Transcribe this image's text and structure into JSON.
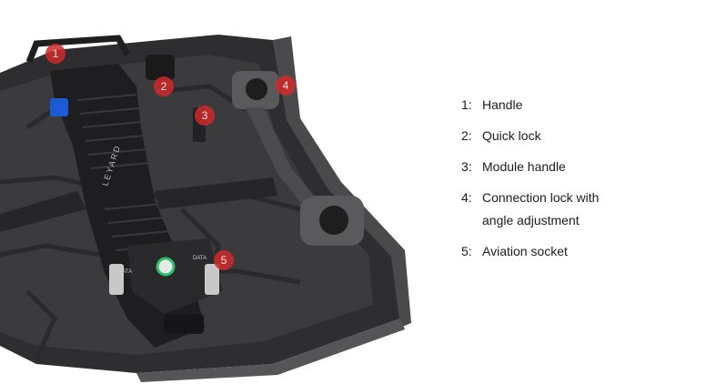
{
  "brand": {
    "logo_text": "LEYARD"
  },
  "product_labels": {
    "left_socket": "DATA",
    "right_socket": "DATA"
  },
  "colors": {
    "marker": "#d12a2a",
    "panel": "#2b2b2b"
  },
  "markers": [
    {
      "number": "1"
    },
    {
      "number": "2"
    },
    {
      "number": "3"
    },
    {
      "number": "4"
    },
    {
      "number": "5"
    }
  ],
  "legend": [
    {
      "number": "1:",
      "label": "Handle"
    },
    {
      "number": "2:",
      "label": "Quick lock"
    },
    {
      "number": "3:",
      "label": "Module handle"
    },
    {
      "number": "4:",
      "label": "Connection lock with angle adjustment"
    },
    {
      "number": "5:",
      "label": "Aviation socket"
    }
  ]
}
